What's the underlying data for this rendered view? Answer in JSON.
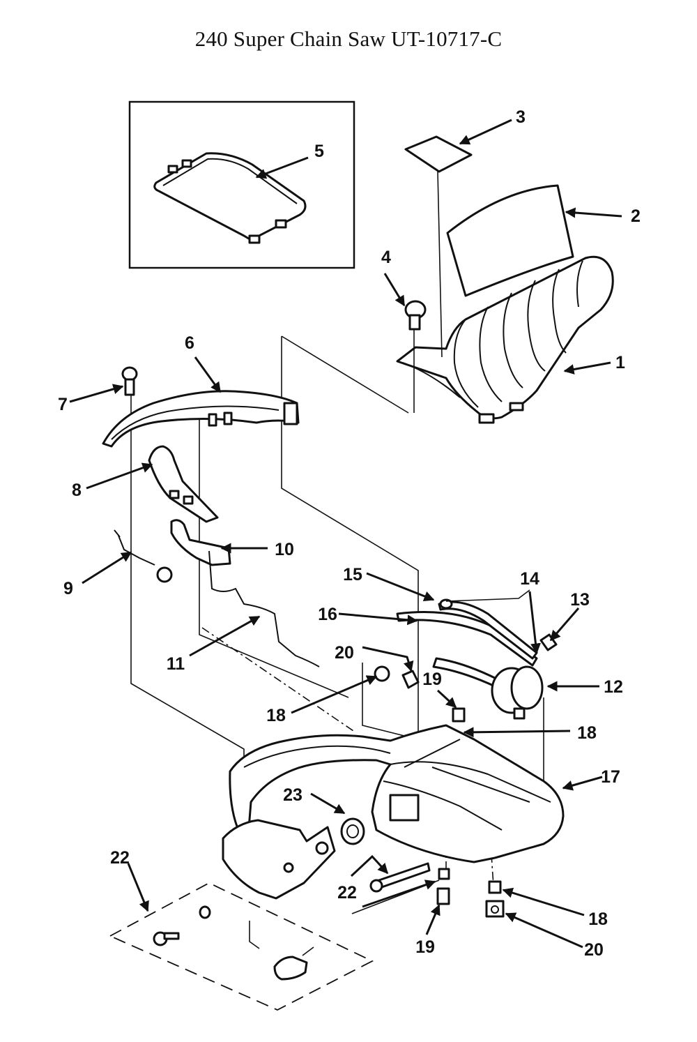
{
  "title": "240 Super Chain Saw UT-10717-C",
  "callouts": [
    {
      "id": "c1",
      "label": "1"
    },
    {
      "id": "c2",
      "label": "2"
    },
    {
      "id": "c3",
      "label": "3"
    },
    {
      "id": "c4",
      "label": "4"
    },
    {
      "id": "c5",
      "label": "5"
    },
    {
      "id": "c6",
      "label": "6"
    },
    {
      "id": "c7",
      "label": "7"
    },
    {
      "id": "c8",
      "label": "8"
    },
    {
      "id": "c9",
      "label": "9"
    },
    {
      "id": "c10",
      "label": "10"
    },
    {
      "id": "c11",
      "label": "11"
    },
    {
      "id": "c12",
      "label": "12"
    },
    {
      "id": "c13",
      "label": "13"
    },
    {
      "id": "c14",
      "label": "14"
    },
    {
      "id": "c15",
      "label": "15"
    },
    {
      "id": "c16",
      "label": "16"
    },
    {
      "id": "c17",
      "label": "17"
    },
    {
      "id": "c18a",
      "label": "18"
    },
    {
      "id": "c18b",
      "label": "18"
    },
    {
      "id": "c18c",
      "label": "18"
    },
    {
      "id": "c19a",
      "label": "19"
    },
    {
      "id": "c19b",
      "label": "19"
    },
    {
      "id": "c20a",
      "label": "20"
    },
    {
      "id": "c20b",
      "label": "20"
    },
    {
      "id": "c22a",
      "label": "22"
    },
    {
      "id": "c22b",
      "label": "22"
    },
    {
      "id": "c23",
      "label": "23"
    }
  ]
}
